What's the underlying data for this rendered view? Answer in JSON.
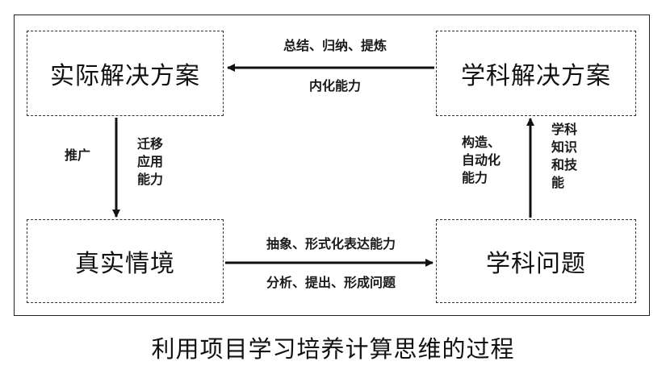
{
  "boxes": {
    "top_left": "实际解决方案",
    "top_right": "学科解决方案",
    "bottom_left": "真实情境",
    "bottom_right": "学科问题"
  },
  "arrow_labels": {
    "top_above": "总结、归纳、提炼",
    "top_below": "内化能力",
    "left_outer": "推广",
    "left_inner": [
      "迁移",
      "应用",
      "能力"
    ],
    "bottom_above": "抽象、形式化表达能力",
    "bottom_below": "分析、提出、形成问题",
    "right_inner": [
      "构造、",
      "自动化",
      "能力"
    ],
    "right_outer": [
      "学科",
      "知识",
      "和技",
      "能"
    ]
  },
  "caption": "利用项目学习培养计算思维的过程"
}
